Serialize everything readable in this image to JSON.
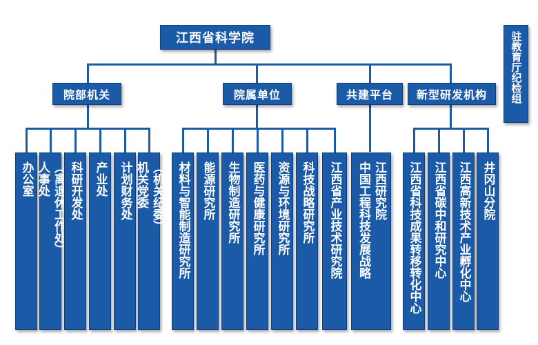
{
  "root": {
    "label": "江西省科学院"
  },
  "side": {
    "label": "驻教育厅纪检组"
  },
  "groups": [
    {
      "label": "院部机关",
      "units": [
        [
          "办公室"
        ],
        [
          "人事处",
          "（离退休工作处）"
        ],
        [
          "科研开发处"
        ],
        [
          "产业处"
        ],
        [
          "计划财务处"
        ],
        [
          "机关党委",
          "（机关纪委）"
        ]
      ]
    },
    {
      "label": "院属单位",
      "units": [
        [
          "材料与智能制造研究所"
        ],
        [
          "能源研究所"
        ],
        [
          "生物制造研究所"
        ],
        [
          "医药与健康研究所"
        ],
        [
          "资源与环境研究所"
        ],
        [
          "科技战略研究所"
        ],
        [
          "江西省产业技术研究院"
        ]
      ]
    },
    {
      "label": "共建平台",
      "units": [
        [
          "中国工程科技发展战略",
          "江西研究院"
        ]
      ]
    },
    {
      "label": "新型研发机构",
      "units": [
        [
          "江西省科技成果转移转化中心"
        ],
        [
          "江西省碳中和研究中心"
        ],
        [
          "江西高新技术产业孵化中心"
        ],
        [
          "井冈山分院"
        ]
      ]
    }
  ]
}
